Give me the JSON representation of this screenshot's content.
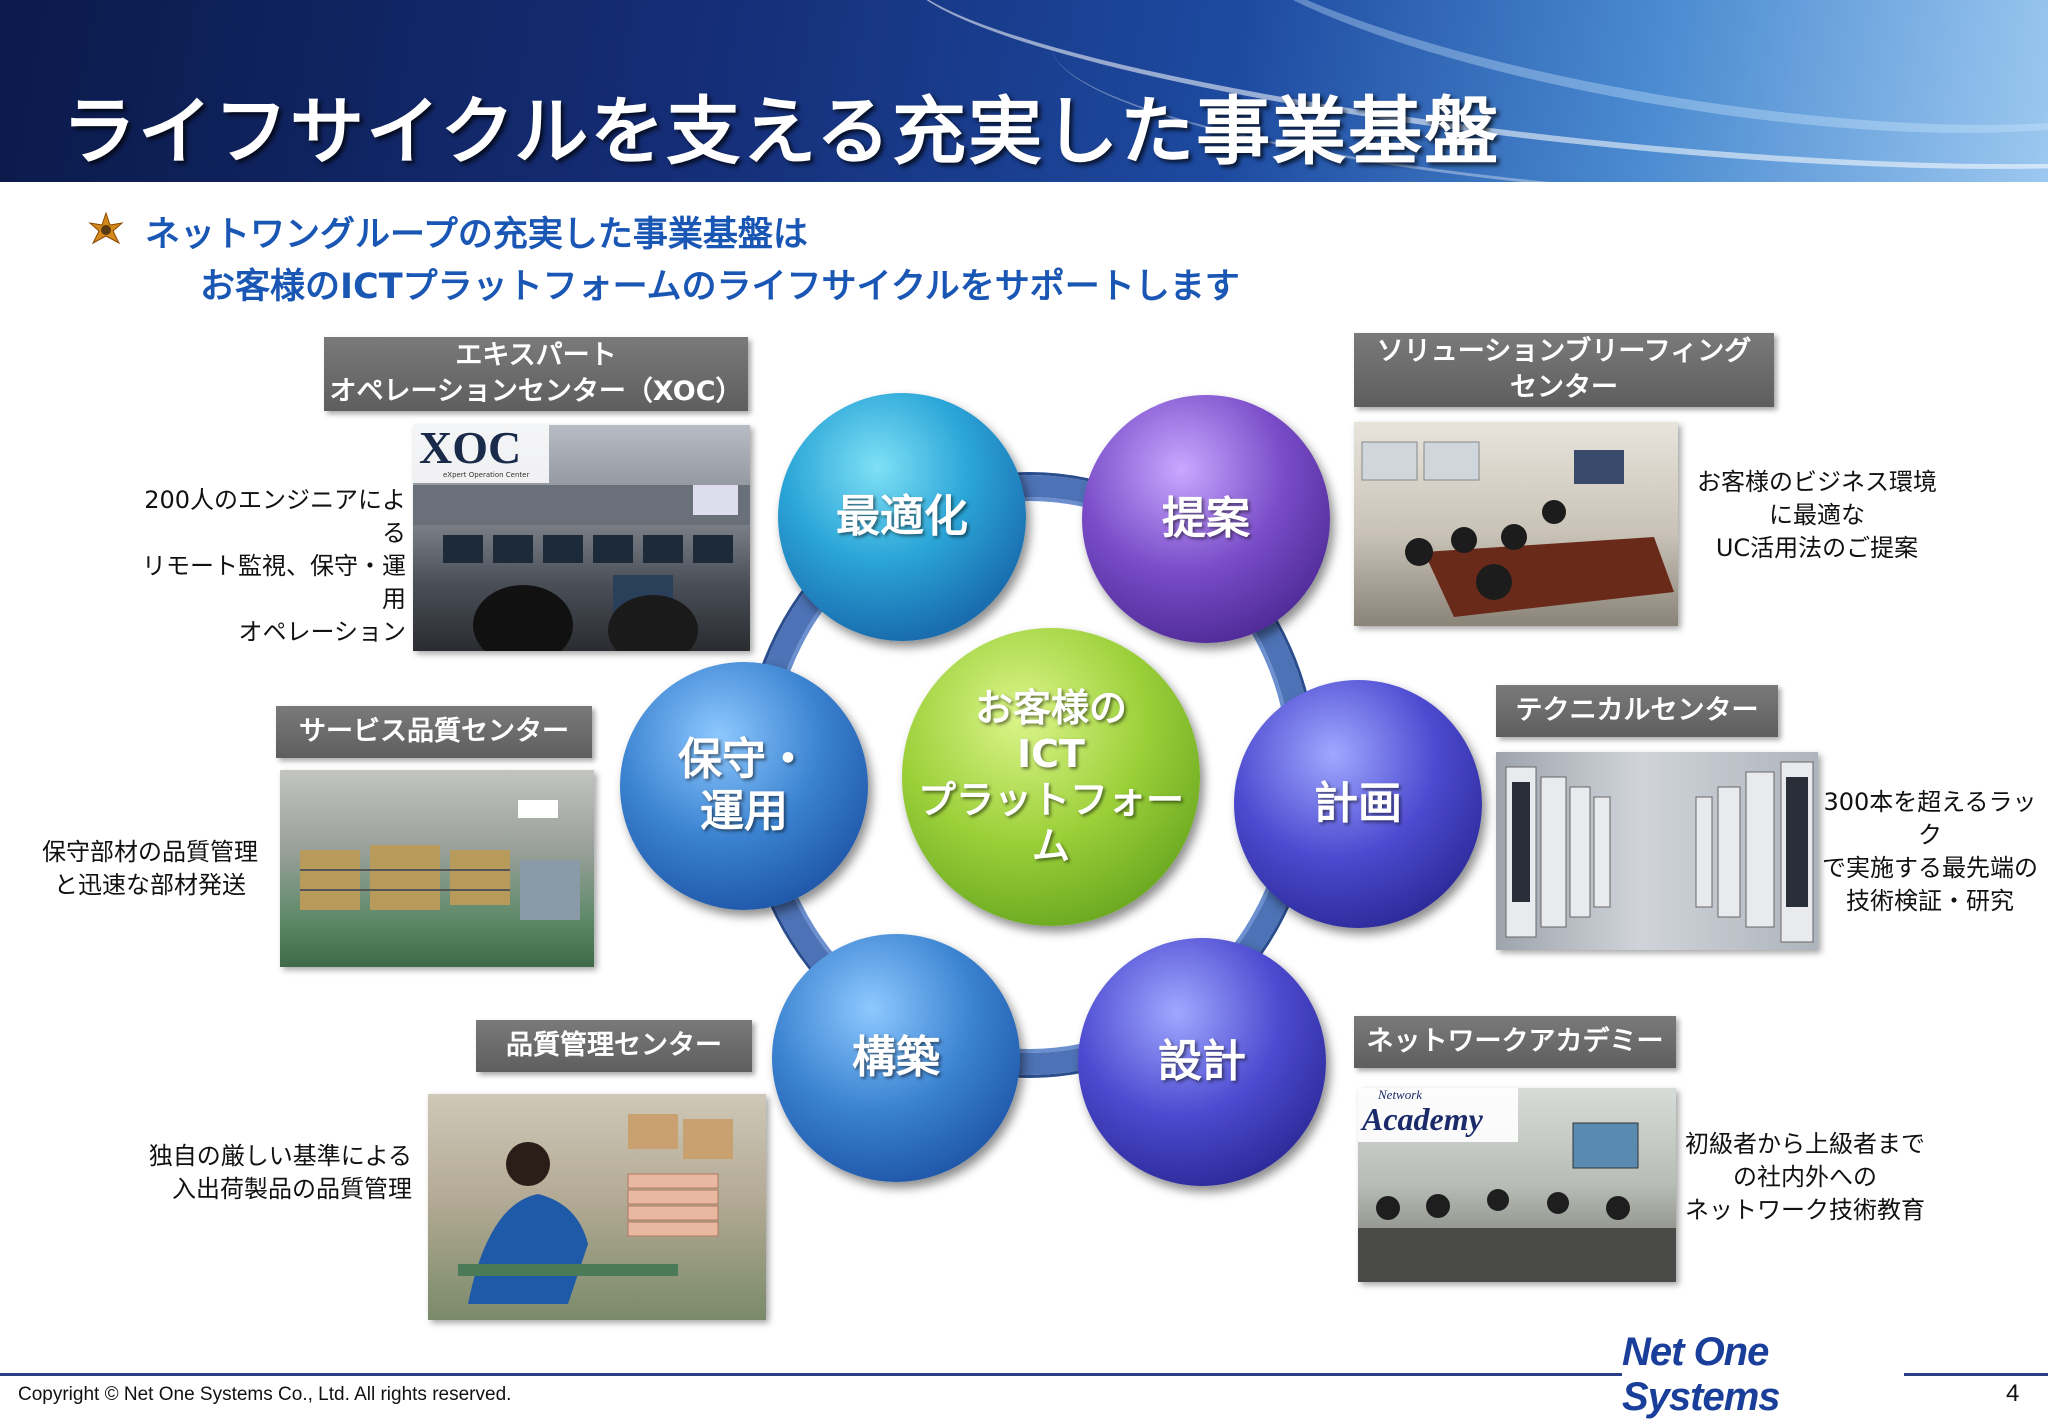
{
  "header": {
    "title": "ライフサイクルを支える充実した事業基盤"
  },
  "lead": {
    "line1": "ネットワングループの充実した事業基盤は",
    "line2": "お客様のICTプラットフォームのライフサイクルをサポートします"
  },
  "cycle": {
    "center": [
      "お客様の",
      "ICT",
      "プラットフォーム"
    ],
    "stages": {
      "optimize": "最適化",
      "propose": "提案",
      "plan": "計画",
      "design": "設計",
      "build": "構築",
      "maintain": [
        "保守・",
        "運用"
      ]
    }
  },
  "centers": {
    "xoc": {
      "label": [
        "エキスパート",
        "オペレーションセンター（XOC）"
      ],
      "logo": "XOC",
      "logo_sub": "eXpert Operation Center",
      "desc": [
        "200人のエンジニアによる",
        "リモート監視、保守・運用",
        "オペレーション"
      ]
    },
    "sbc": {
      "label": [
        "ソリューションブリーフィング",
        "センター"
      ],
      "desc": [
        "お客様のビジネス環境",
        "に最適な",
        "UC活用法のご提案"
      ]
    },
    "service_quality": {
      "label": [
        "サービス品質センター"
      ],
      "desc": [
        "保守部材の品質管理",
        "と迅速な部材発送"
      ]
    },
    "technical": {
      "label": [
        "テクニカルセンター"
      ],
      "desc": [
        "300本を超えるラック",
        "で実施する最先端の",
        "技術検証・研究"
      ]
    },
    "quality_control": {
      "label": [
        "品質管理センター"
      ],
      "desc": [
        "独自の厳しい基準による",
        "入出荷製品の品質管理"
      ]
    },
    "academy": {
      "label": [
        "ネットワークアカデミー"
      ],
      "logo_top": "Network",
      "logo_main": "Academy",
      "desc": [
        "初級者から上級者まで",
        "の社内外への",
        "ネットワーク技術教育"
      ]
    }
  },
  "footer": {
    "copyright": "Copyright © Net One Systems Co., Ltd. All rights reserved.",
    "logo": "Net One Systems",
    "page": "4"
  },
  "colors": {
    "title_blue": "#1a57b5",
    "label_gray": "#6b6b6b",
    "ring": "#4d72b5"
  },
  "icons": {
    "bullet": "star-burst-icon"
  }
}
